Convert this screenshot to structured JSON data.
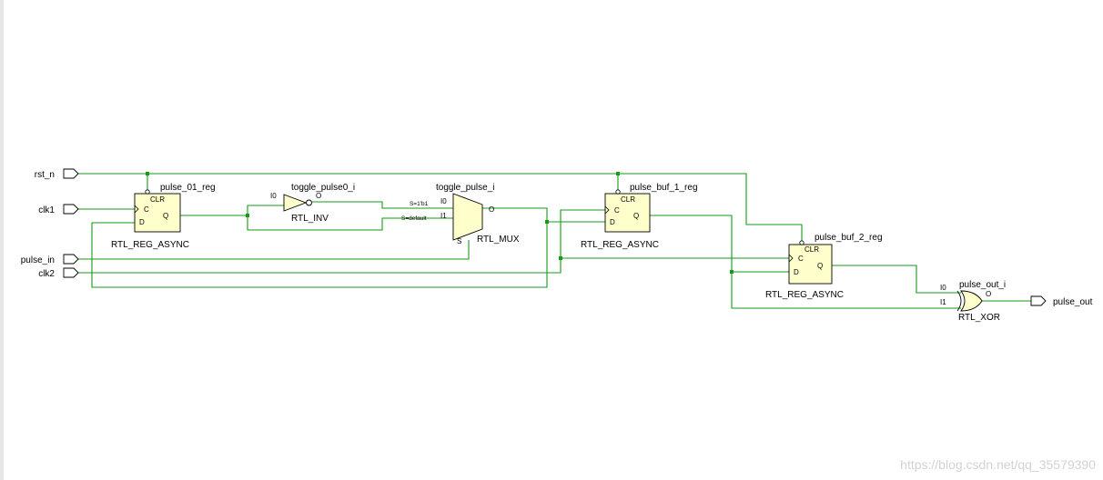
{
  "inputs": {
    "rst_n": "rst_n",
    "clk1": "clk1",
    "pulse_in": "pulse_in",
    "clk2": "clk2"
  },
  "output": "pulse_out",
  "cells": {
    "pulse_01_reg": {
      "name": "pulse_01_reg",
      "type": "RTL_REG_ASYNC"
    },
    "toggle_pulse0_i": {
      "name": "toggle_pulse0_i",
      "type": "RTL_INV"
    },
    "toggle_pulse_i": {
      "name": "toggle_pulse_i",
      "type": "RTL_MUX"
    },
    "pulse_buf_1_reg": {
      "name": "pulse_buf_1_reg",
      "type": "RTL_REG_ASYNC"
    },
    "pulse_buf_2_reg": {
      "name": "pulse_buf_2_reg",
      "type": "RTL_REG_ASYNC"
    },
    "pulse_out_i": {
      "name": "pulse_out_i",
      "type": "RTL_XOR"
    }
  },
  "pins": {
    "clr": "CLR",
    "c": "C",
    "d": "D",
    "q": "Q",
    "i0": "I0",
    "i1": "I1",
    "o": "O",
    "s": "S",
    "mux_s0": "S=1'b1",
    "mux_sdef": "S=default"
  },
  "watermark": "https://blog.csdn.net/qq_35579390",
  "colors": {
    "wire": "#169b16",
    "cell_fill": "#ffffcc",
    "port_fill": "#ffffff"
  }
}
